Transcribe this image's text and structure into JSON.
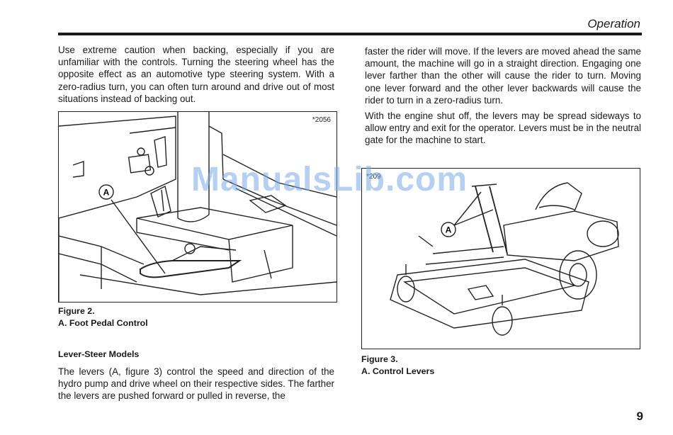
{
  "header": {
    "section_title": "Operation"
  },
  "left_column": {
    "intro_paragraph": "Use extreme caution when backing, especially if you are unfamiliar with the controls. Turning the steering wheel has the opposite effect as an automotive type steering system. With a zero-radius turn, you can often turn around and drive out of most situations instead of backing out.",
    "figure2": {
      "number_label": "*2056",
      "callout": "A",
      "caption_title": "Figure 2.",
      "caption_item": "A. Foot Pedal Control"
    },
    "subheading": "Lever-Steer Models",
    "lever_paragraph": "The levers (A, figure 3) control the speed and direction of the hydro pump and drive wheel on their respective sides. The farther the levers are pushed forward or pulled in reverse, the"
  },
  "right_column": {
    "continued_paragraph": "faster the rider will move. If the levers are moved ahead the same amount, the machine will go in a straight direction. Engaging one lever farther than the other will cause the rider to turn. Moving one lever forward and the other lever backwards will cause the rider to turn in a zero-radius turn.",
    "engine_paragraph": "With the engine shut off, the levers may be spread sideways to allow entry and exit for the operator. Levers must be in the neutral gate for the machine to start.",
    "figure3": {
      "number_label": "*209",
      "callout": "A",
      "caption_title": "Figure 3.",
      "caption_item": "A. Control Levers"
    }
  },
  "watermark": "ManualsLib.com",
  "page_number": "9"
}
